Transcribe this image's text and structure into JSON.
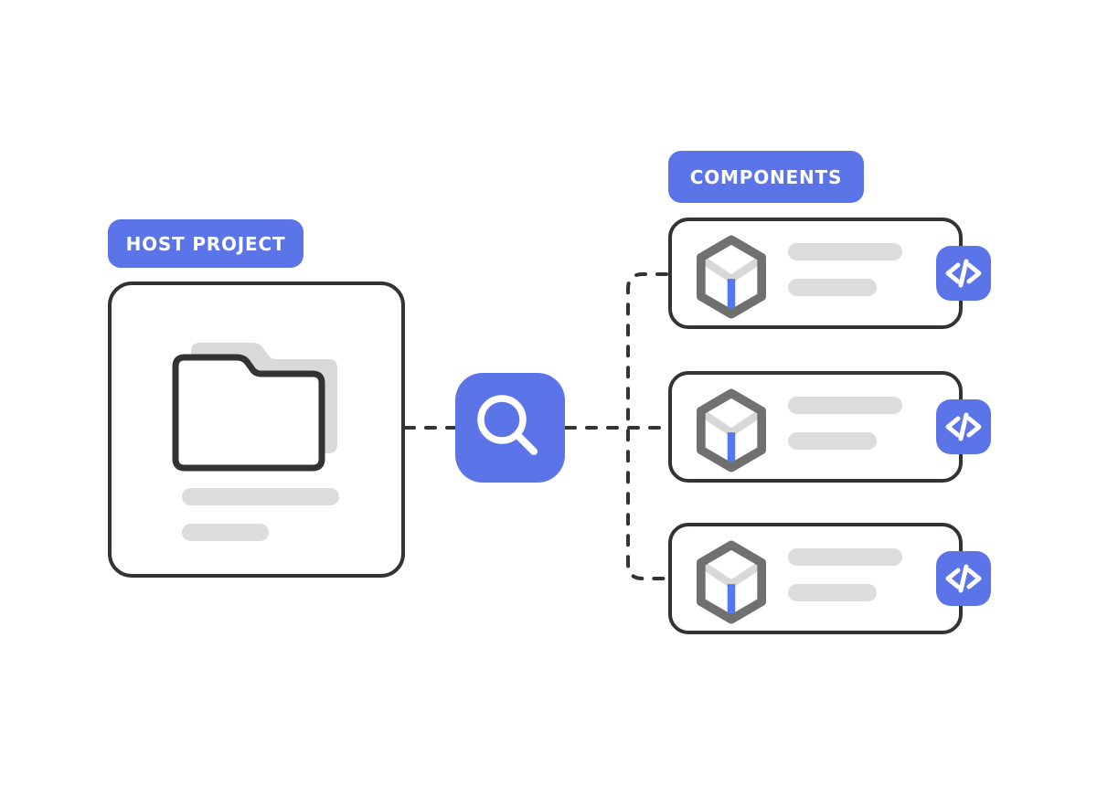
{
  "labels": {
    "host": "HOST PROJECT",
    "components": "COMPONENTS"
  },
  "host": {
    "icon": "folder-icon",
    "text_placeholder_lines": 2
  },
  "connector": {
    "icon": "search-icon",
    "style": "dashed"
  },
  "components": {
    "cards": [
      {
        "icon": "package-cube-icon",
        "action_icon": "code-icon",
        "text_placeholder_lines": 2
      },
      {
        "icon": "package-cube-icon",
        "action_icon": "code-icon",
        "text_placeholder_lines": 2
      },
      {
        "icon": "package-cube-icon",
        "action_icon": "code-icon",
        "text_placeholder_lines": 2
      }
    ]
  },
  "colors": {
    "accent": "#5b74e8",
    "cube_blue": "#5577f2",
    "outline": "#333333",
    "cube_gray": "#707070",
    "cube_light": "#d8d8d8",
    "placeholder": "#dcdcdc",
    "shadow_gray": "#d9d9d9",
    "bg": "#ffffff"
  }
}
